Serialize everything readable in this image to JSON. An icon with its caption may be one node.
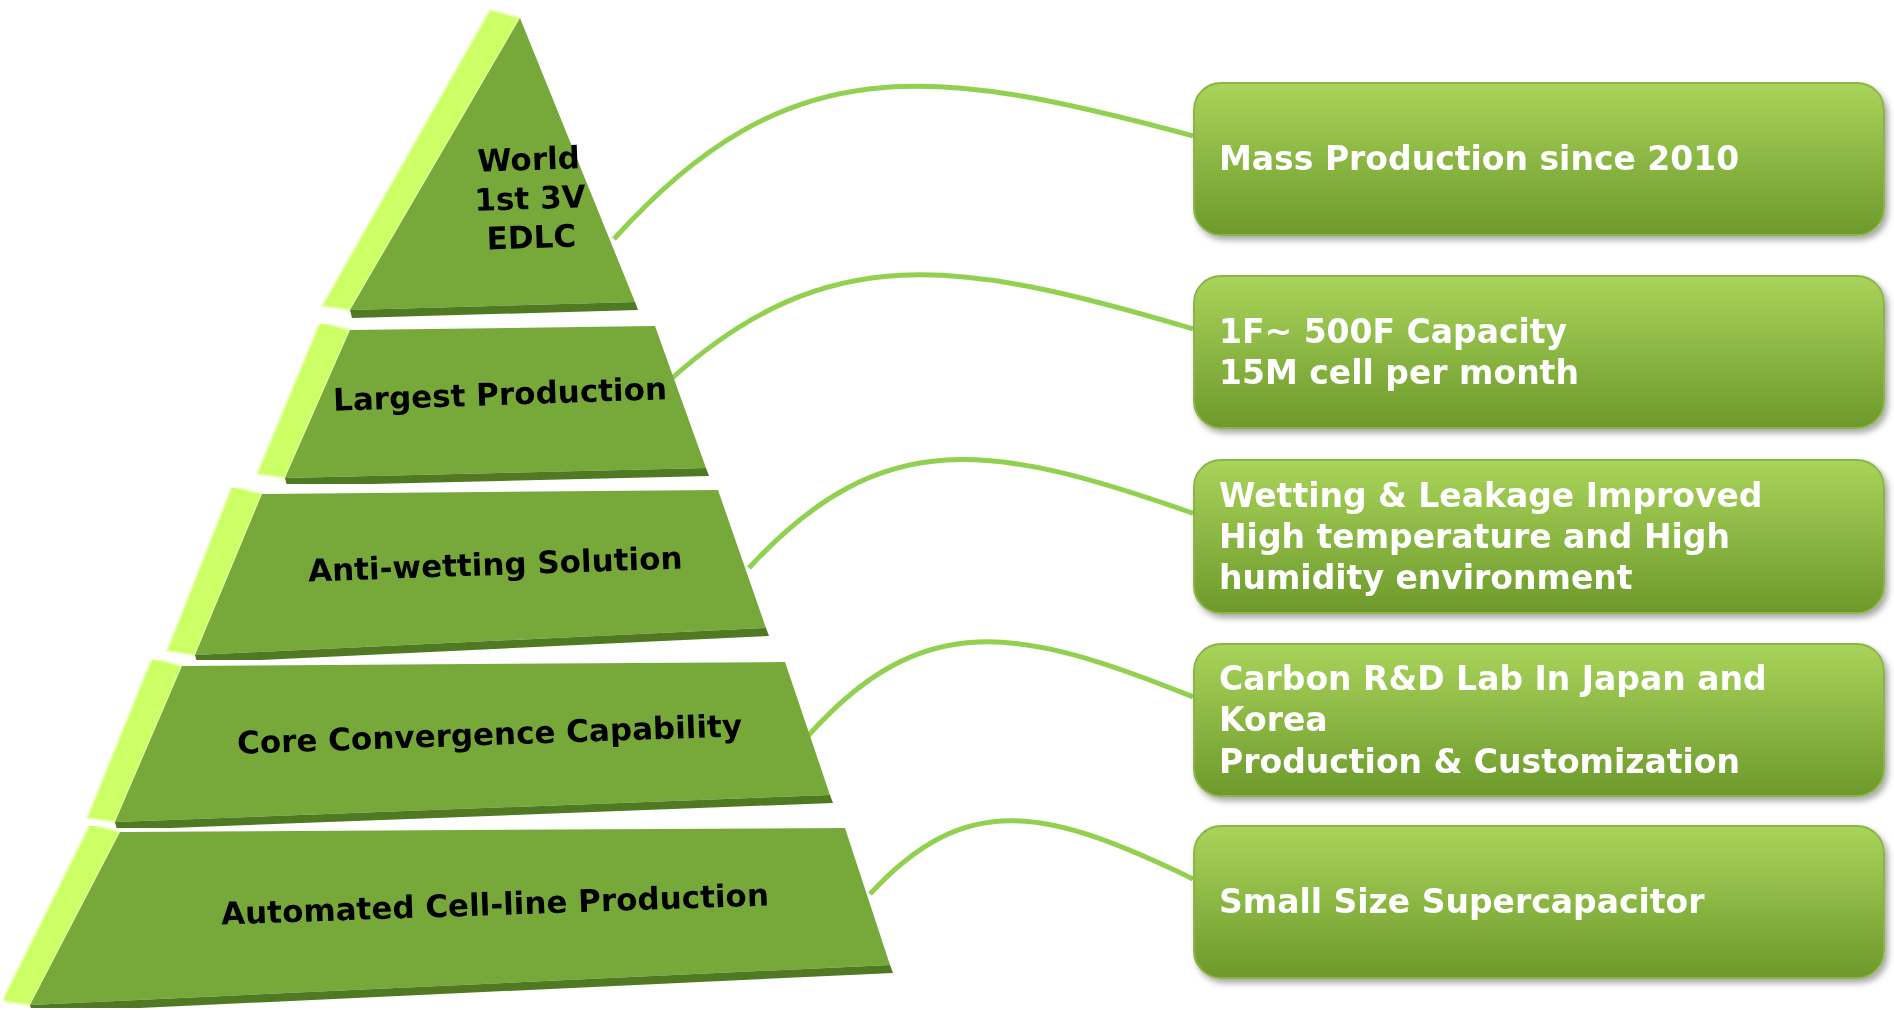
{
  "diagram": {
    "nodes": [
      {
        "text": [
          "World 1st 3V EDLC"
        ]
      },
      {
        "text": [
          "Largest Production"
        ]
      },
      {
        "text": [
          "Anti-wetting Solution"
        ]
      },
      {
        "text": [
          "Core Convergence Capability"
        ]
      },
      {
        "text": [
          "Automated Cell-line Production"
        ]
      },
      {
        "text": [
          "Mass Production since 2010"
        ]
      },
      {
        "text": [
          "1F~ 500F Capacity",
          "15M cell per month"
        ]
      },
      {
        "text": [
          "Wetting & Leakage Improved",
          "High temperature and High humidity environment"
        ]
      },
      {
        "text": [
          "Carbon R&D Lab In Japan and Korea",
          "Production & Customization"
        ]
      },
      {
        "text": [
          "Small Size Supercapacitor"
        ]
      }
    ],
    "edges": [
      {
        "from": 0,
        "to": 5,
        "arrow": "none"
      },
      {
        "from": 1,
        "to": 6,
        "arrow": "none"
      },
      {
        "from": 2,
        "to": 7,
        "arrow": "none"
      },
      {
        "from": 3,
        "to": 8,
        "arrow": "none"
      },
      {
        "from": 4,
        "to": 9,
        "arrow": "none"
      }
    ]
  }
}
